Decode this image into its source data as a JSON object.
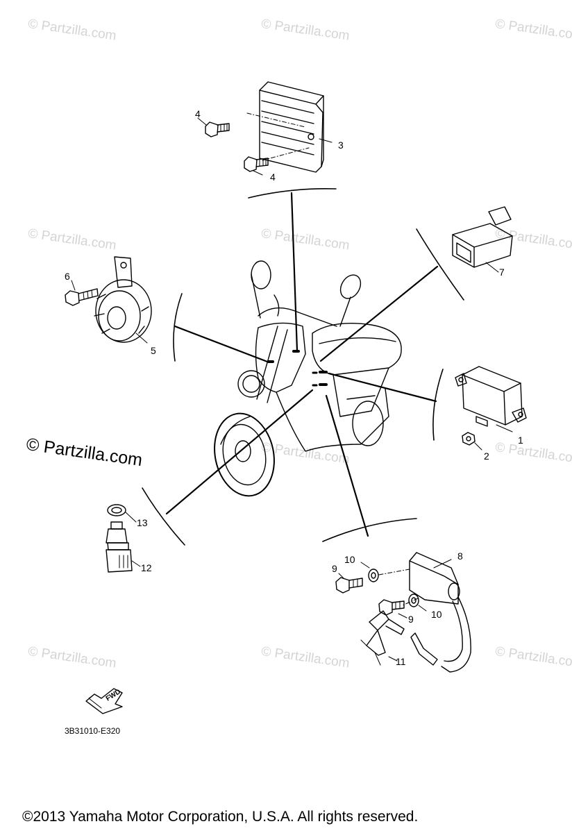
{
  "watermark": "© Partzilla.com",
  "watermark_large": "© Partzilla.com",
  "callouts": {
    "c1": "1",
    "c2": "2",
    "c3": "3",
    "c4a": "4",
    "c4b": "4",
    "c5": "5",
    "c6": "6",
    "c7": "7",
    "c8": "8",
    "c9a": "9",
    "c9b": "9",
    "c10a": "10",
    "c10b": "10",
    "c11": "11",
    "c12": "12",
    "c13": "13"
  },
  "fwd_label": "FWD",
  "diagram_code": "3B31010-E320",
  "copyright": "©2013  Yamaha Motor Corporation, U.S.A. All rights reserved."
}
